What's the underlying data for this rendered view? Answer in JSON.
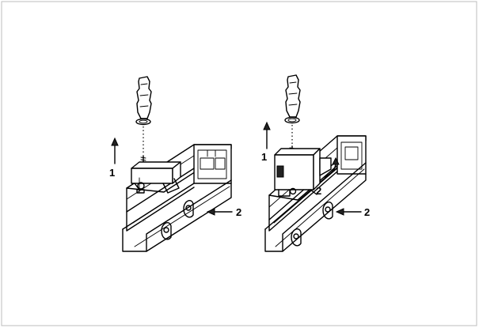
{
  "figure": {
    "left": {
      "label_lift": "1",
      "label_slide": "2"
    },
    "right": {
      "label_lift": "1",
      "label_slide": "2",
      "label_rotate": "2"
    }
  },
  "icons": [
    "wall-plug-icon",
    "screw-icon",
    "arrow-up-icon",
    "arrow-left-icon",
    "curtain-track-icon",
    "bracket-icon"
  ]
}
